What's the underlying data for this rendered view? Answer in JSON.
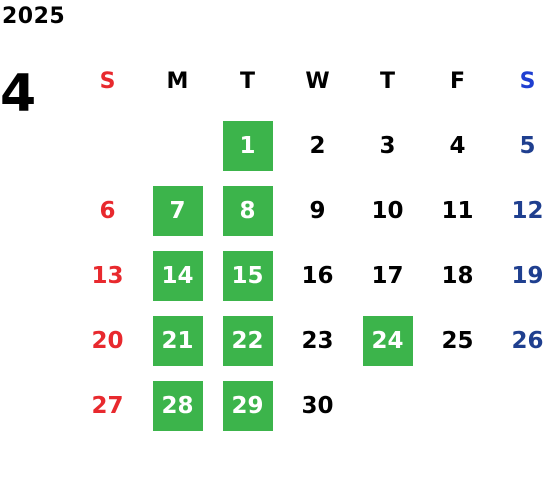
{
  "year": "2025",
  "month": "4",
  "colors": {
    "sunday": "#e8292e",
    "saturday_header": "#1f3fd1",
    "saturday": "#1f3f8f",
    "weekday": "#000000",
    "highlight_bg": "#3cb44b",
    "highlight_text": "#ffffff"
  },
  "weekdays": [
    "S",
    "M",
    "T",
    "W",
    "T",
    "F",
    "S"
  ],
  "weeks": [
    [
      {
        "d": ""
      },
      {
        "d": ""
      },
      {
        "d": "1",
        "hl": true
      },
      {
        "d": "2"
      },
      {
        "d": "3"
      },
      {
        "d": "4"
      },
      {
        "d": "5"
      }
    ],
    [
      {
        "d": "6"
      },
      {
        "d": "7",
        "hl": true
      },
      {
        "d": "8",
        "hl": true
      },
      {
        "d": "9"
      },
      {
        "d": "10"
      },
      {
        "d": "11"
      },
      {
        "d": "12"
      }
    ],
    [
      {
        "d": "13"
      },
      {
        "d": "14",
        "hl": true
      },
      {
        "d": "15",
        "hl": true
      },
      {
        "d": "16"
      },
      {
        "d": "17"
      },
      {
        "d": "18"
      },
      {
        "d": "19"
      }
    ],
    [
      {
        "d": "20"
      },
      {
        "d": "21",
        "hl": true
      },
      {
        "d": "22",
        "hl": true
      },
      {
        "d": "23"
      },
      {
        "d": "24",
        "hl": true
      },
      {
        "d": "25"
      },
      {
        "d": "26"
      }
    ],
    [
      {
        "d": "27"
      },
      {
        "d": "28",
        "hl": true
      },
      {
        "d": "29",
        "hl": true
      },
      {
        "d": "30"
      },
      {
        "d": ""
      },
      {
        "d": ""
      },
      {
        "d": ""
      }
    ]
  ]
}
